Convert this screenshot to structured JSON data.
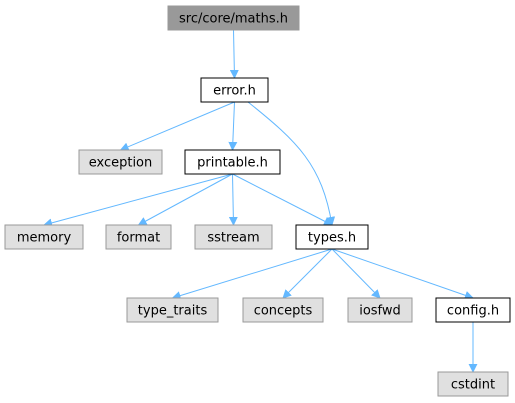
{
  "nodes": {
    "maths": {
      "label": "src/core/maths.h",
      "kind": "root"
    },
    "error": {
      "label": "error.h",
      "kind": "documented"
    },
    "exception": {
      "label": "exception",
      "kind": "external"
    },
    "printable": {
      "label": "printable.h",
      "kind": "documented"
    },
    "memory": {
      "label": "memory",
      "kind": "external"
    },
    "format": {
      "label": "format",
      "kind": "external"
    },
    "sstream": {
      "label": "sstream",
      "kind": "external"
    },
    "types": {
      "label": "types.h",
      "kind": "documented"
    },
    "type_traits": {
      "label": "type_traits",
      "kind": "external"
    },
    "concepts": {
      "label": "concepts",
      "kind": "external"
    },
    "iosfwd": {
      "label": "iosfwd",
      "kind": "external"
    },
    "config": {
      "label": "config.h",
      "kind": "documented"
    },
    "cstdint": {
      "label": "cstdint",
      "kind": "external"
    }
  },
  "edges": [
    {
      "from": "maths",
      "to": "error"
    },
    {
      "from": "error",
      "to": "exception"
    },
    {
      "from": "error",
      "to": "printable"
    },
    {
      "from": "error",
      "to": "types"
    },
    {
      "from": "printable",
      "to": "memory"
    },
    {
      "from": "printable",
      "to": "format"
    },
    {
      "from": "printable",
      "to": "sstream"
    },
    {
      "from": "printable",
      "to": "types"
    },
    {
      "from": "types",
      "to": "type_traits"
    },
    {
      "from": "types",
      "to": "concepts"
    },
    {
      "from": "types",
      "to": "iosfwd"
    },
    {
      "from": "types",
      "to": "config"
    },
    {
      "from": "config",
      "to": "cstdint"
    }
  ],
  "colors": {
    "root_fill": "#999999",
    "documented_fill": "#ffffff",
    "external_fill": "#e0e0e0",
    "documented_border": "#000000",
    "external_border": "#999999",
    "edge": "#63b8ff"
  }
}
